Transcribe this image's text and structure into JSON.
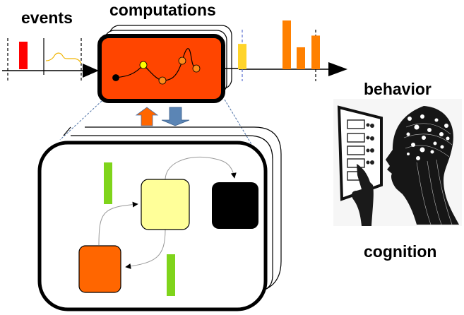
{
  "labels": {
    "events": "events",
    "computations": "computations",
    "behavior": "behavior",
    "cognition": "cognition"
  },
  "colors": {
    "event_bar": "#ff0000",
    "event_curve": "#f0b400",
    "computation_box_fill": "#ff4500",
    "output_bar_first": "#ffd42a",
    "output_bars": "#ff8000",
    "up_arrow": "#ff6600",
    "down_arrow": "#5b85b5",
    "state_bar": "#7fd41b",
    "state_yellow": "#ffff99",
    "state_black": "#000000",
    "state_orange": "#ff6600",
    "dashed_connector": "#4a6fa5",
    "trajectory_points": [
      "#000000",
      "#ffff00",
      "#ff8c1a",
      "#ff8c1a",
      "#ff8c1a"
    ]
  },
  "timeline": {
    "input_bar_height_rel": 1.0,
    "output_bars_rel_heights": [
      0.52,
      1.0,
      0.45,
      0.69
    ]
  },
  "computation_trajectory": {
    "points_count": 5
  },
  "illustration": {
    "subject": "person-touching-screen-with-neural-network-head"
  }
}
